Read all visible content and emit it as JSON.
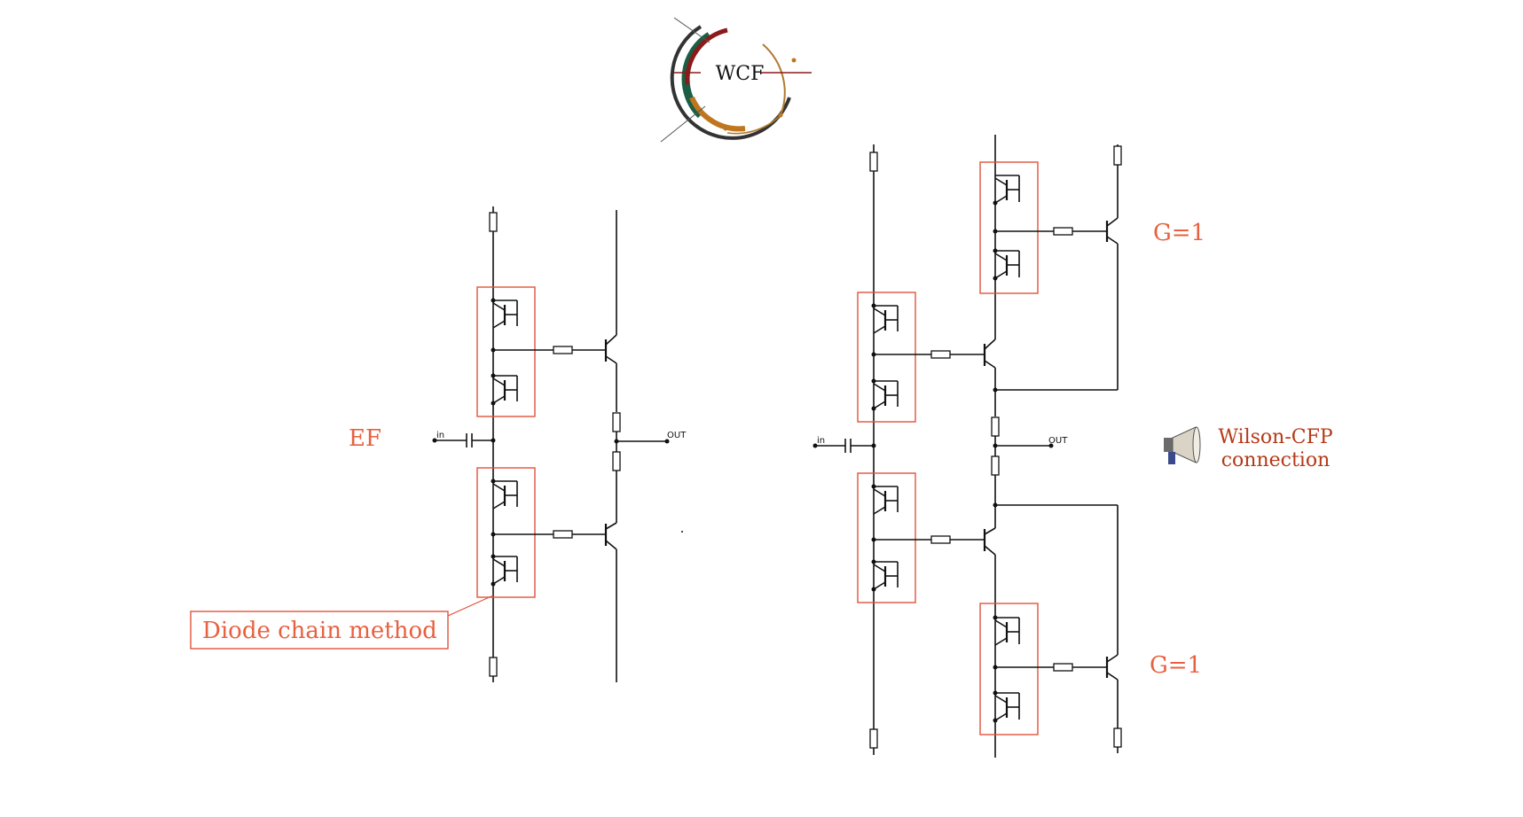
{
  "logo": {
    "text": "WCF"
  },
  "labels": {
    "ef": "EF",
    "diode_chain": "Diode chain method",
    "g1_top": "G=1",
    "g1_bottom": "G=1",
    "wilson_line1": "Wilson-CFP",
    "wilson_line2": "connection",
    "left_in": "in",
    "left_out": "OUT",
    "right_in": "in",
    "right_out": "OUT"
  },
  "colors": {
    "accent": "#e8603f",
    "accent_dark": "#b53a17",
    "wire": "#111111"
  },
  "icons": {
    "announcement": "megaphone-icon"
  }
}
